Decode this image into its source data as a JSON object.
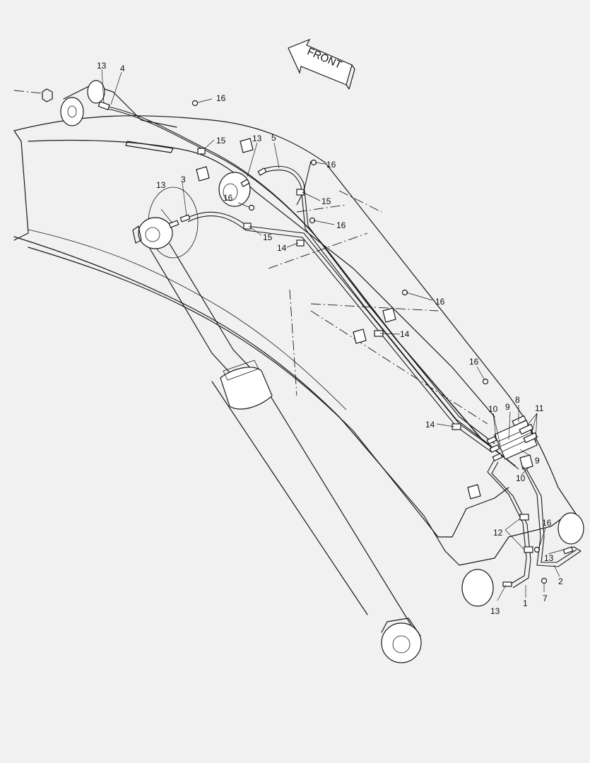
{
  "arrow": {
    "label": "FRONT"
  },
  "callouts": [
    {
      "text": "13"
    },
    {
      "text": "4"
    },
    {
      "text": "16"
    },
    {
      "text": "15"
    },
    {
      "text": "13"
    },
    {
      "text": "5"
    },
    {
      "text": "16"
    },
    {
      "text": "13"
    },
    {
      "text": "3"
    },
    {
      "text": "16"
    },
    {
      "text": "15"
    },
    {
      "text": "16"
    },
    {
      "text": "15"
    },
    {
      "text": "14"
    },
    {
      "text": "16"
    },
    {
      "text": "14"
    },
    {
      "text": "16"
    },
    {
      "text": "10"
    },
    {
      "text": "9"
    },
    {
      "text": "8"
    },
    {
      "text": "11"
    },
    {
      "text": "14"
    },
    {
      "text": "9"
    },
    {
      "text": "10"
    },
    {
      "text": "12"
    },
    {
      "text": "16"
    },
    {
      "text": "13"
    },
    {
      "text": "2"
    },
    {
      "text": "1"
    },
    {
      "text": "7"
    },
    {
      "text": "13"
    }
  ]
}
